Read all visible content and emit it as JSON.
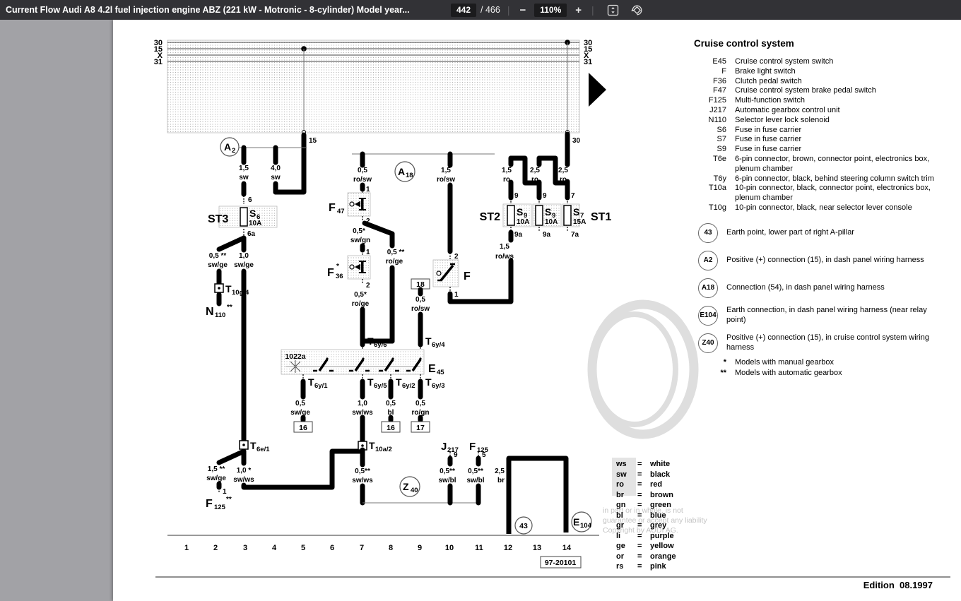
{
  "toolbar": {
    "title": "Current Flow Audi A8 4.2l fuel injection engine ABZ (221 kW - Motronic - 8-cylinder) Model year...",
    "page_current": "442",
    "page_total": "/ 466",
    "zoom_out": "−",
    "zoom_level": "110%",
    "zoom_in": "+"
  },
  "legend": {
    "heading": "Cruise control system",
    "items": [
      {
        "code": "E45",
        "desc": "Cruise control system switch"
      },
      {
        "code": "F",
        "desc": "Brake light switch"
      },
      {
        "code": "F36",
        "desc": "Clutch pedal switch"
      },
      {
        "code": "F47",
        "desc": "Cruise control system brake pedal switch"
      },
      {
        "code": "F125",
        "desc": "Multi-function switch"
      },
      {
        "code": "J217",
        "desc": "Automatic gearbox control unit"
      },
      {
        "code": "N110",
        "desc": "Selector lever lock solenoid"
      },
      {
        "code": "S6",
        "desc": "Fuse in fuse carrier"
      },
      {
        "code": "S7",
        "desc": "Fuse in fuse carrier"
      },
      {
        "code": "S9",
        "desc": "Fuse in fuse carrier"
      },
      {
        "code": "T6e",
        "desc": "6-pin connector, brown, connector point, electronics box, plenum chamber"
      },
      {
        "code": "T6y",
        "desc": "6-pin connector, black, behind steering column switch trim"
      },
      {
        "code": "T10a",
        "desc": "10-pin connector, black, connector point, electronics box, plenum chamber"
      },
      {
        "code": "T10g",
        "desc": "10-pin connector, black, near selector lever console"
      }
    ],
    "circles": [
      {
        "code": "43",
        "desc": "Earth point, lower part of right A-pillar"
      },
      {
        "code": "A2",
        "desc": "Positive (+) connection (15), in dash panel wiring harness"
      },
      {
        "code": "A18",
        "desc": "Connection (54), in dash panel wiring harness"
      },
      {
        "code": "E104",
        "desc": "Earth connection, in dash panel wiring harness (near relay point)"
      },
      {
        "code": "Z40",
        "desc": "Positive (+) connection (15), in cruise control system wiring harness"
      }
    ],
    "notes": [
      {
        "sym": "*",
        "desc": "Models with manual gearbox"
      },
      {
        "sym": "**",
        "desc": "Models with automatic gearbox"
      }
    ]
  },
  "color_codes": {
    "eq": "=",
    "items": [
      {
        "abbr": "ws",
        "name": "white"
      },
      {
        "abbr": "sw",
        "name": "black"
      },
      {
        "abbr": "ro",
        "name": "red"
      },
      {
        "abbr": "br",
        "name": "brown"
      },
      {
        "abbr": "gn",
        "name": "green"
      },
      {
        "abbr": "bl",
        "name": "blue"
      },
      {
        "abbr": "gr",
        "name": "grey"
      },
      {
        "abbr": "li",
        "name": "purple"
      },
      {
        "abbr": "ge",
        "name": "yellow"
      },
      {
        "abbr": "or",
        "name": "orange"
      },
      {
        "abbr": "rs",
        "name": "pink"
      }
    ]
  },
  "watermark": {
    "lines": [
      "in part or in whole, is not",
      "guarantee or accept any liability",
      "Copyright by AUDI AG."
    ]
  },
  "footer": {
    "edition": "Edition  08.1997"
  },
  "diagram": {
    "bus": {
      "left": [
        "30",
        "15",
        "X",
        "31"
      ],
      "right": [
        "30",
        "15",
        "X",
        "31"
      ]
    },
    "taps": {
      "t15": "15",
      "t30": "30"
    },
    "terminals": [
      "1",
      "2",
      "3",
      "4",
      "5",
      "6",
      "7",
      "8",
      "9",
      "10",
      "11",
      "12",
      "13",
      "14"
    ],
    "wires": {
      "sw_1_5": {
        "size": "1,5",
        "color": "sw"
      },
      "sw_4_0": {
        "size": "4,0",
        "color": "sw"
      },
      "swge_0_5": {
        "size": "0,5 **",
        "color": "sw/ge"
      },
      "swge_1_0": {
        "size": "1,0",
        "color": "sw/ge"
      },
      "rosw_0_5": {
        "size": "0,5",
        "color": "ro/sw"
      },
      "swgn_0_5": {
        "size": "0,5*",
        "color": "sw/gn"
      },
      "roge_0_5b": {
        "size": "0,5 **",
        "color": "ro/ge"
      },
      "roge_0_5": {
        "size": "0,5*",
        "color": "ro/ge"
      },
      "rosw18_0_5": {
        "size": "0,5",
        "color": "ro/sw"
      },
      "rosw_1_5": {
        "size": "1,5",
        "color": "ro/sw"
      },
      "ro_1_5": {
        "size": "1,5",
        "color": "ro"
      },
      "ro_2_5a": {
        "size": "2,5",
        "color": "ro"
      },
      "ro_2_5b": {
        "size": "2,5",
        "color": "ro"
      },
      "rows_1_5": {
        "size": "1,5",
        "color": "ro/ws"
      },
      "swge2_0_5": {
        "size": "0,5",
        "color": "sw/ge"
      },
      "swws_1_0": {
        "size": "1,0",
        "color": "sw/ws"
      },
      "bl_0_5": {
        "size": "0,5",
        "color": "bl"
      },
      "rogn_0_5": {
        "size": "0,5",
        "color": "ro/gn"
      },
      "swge_1_5": {
        "size": "1,5 **",
        "color": "sw/ge"
      },
      "swws_1_0b": {
        "size": "1,0 *",
        "color": "sw/ws"
      },
      "swws_0_5": {
        "size": "0,5**",
        "color": "sw/ws"
      },
      "swbl_j": {
        "size": "0,5**",
        "color": "sw/bl"
      },
      "swbl_f": {
        "size": "0,5**",
        "color": "sw/bl"
      },
      "br_2_5": {
        "size": "2,5",
        "color": "br"
      }
    },
    "pins": {
      "p6": "6",
      "p6a": "6a",
      "f47_1": "1",
      "f47_2": "2",
      "f36_1": "1",
      "f36_2": "2",
      "f_2": "2",
      "f_1": "1",
      "fuse1_9": "9",
      "fuse1_9a": "9a",
      "fuse2_9": "9",
      "fuse2_9a": "9a",
      "fuse3_7": "7",
      "fuse3_7a": "7a",
      "f125_1": "1",
      "j217_9": "9",
      "f125b_5": "5"
    },
    "boxes": {
      "b18": "18",
      "b16a": "16",
      "b16b": "16",
      "b17": "17",
      "dnum": "97-20101"
    },
    "components": {
      "a2": {
        "base": "A",
        "sub": "2"
      },
      "a18": {
        "base": "A",
        "sub": "18"
      },
      "z40": {
        "base": "Z",
        "sub": "40"
      },
      "e104": {
        "base": "E",
        "sub": "104"
      },
      "g43": "43",
      "st3": "ST3",
      "st2": "ST2",
      "st1": "ST1",
      "s6": {
        "base": "S",
        "sub": "6",
        "amp": "10A"
      },
      "s9a": {
        "base": "S",
        "sub": "9",
        "amp": "10A"
      },
      "s9b": {
        "base": "S",
        "sub": "9",
        "amp": "10A"
      },
      "s7": {
        "base": "S",
        "sub": "7",
        "amp": "15A"
      },
      "f47": {
        "base": "F",
        "sub": "47"
      },
      "f36": {
        "base": "F",
        "sub": "36",
        "sup": "*"
      },
      "f": {
        "base": "F"
      },
      "e45": {
        "base": "E",
        "sub": "45"
      },
      "relay": "1022a",
      "j217": {
        "base": "J",
        "sub": "217"
      },
      "f125b": {
        "base": "F",
        "sub": "125"
      },
      "f125a": {
        "base": "F",
        "sub": "125",
        "sup": "**"
      },
      "n110": {
        "base": "N",
        "sub": "110",
        "sup": "**"
      },
      "t10g4": {
        "base": "T",
        "sub": "10g/4"
      },
      "t6e1": {
        "base": "T",
        "sub": "6e/1"
      },
      "t10a2": {
        "base": "T",
        "sub": "10a/2"
      },
      "t6y6": {
        "base": "T",
        "sub": "6y/6"
      },
      "t6y4": {
        "base": "T",
        "sub": "6y/4"
      },
      "t6y1": {
        "base": "T",
        "sub": "6y/1"
      },
      "t6y5": {
        "base": "T",
        "sub": "6y/5"
      },
      "t6y2": {
        "base": "T",
        "sub": "6y/2"
      },
      "t6y3": {
        "base": "T",
        "sub": "6y/3"
      }
    }
  }
}
